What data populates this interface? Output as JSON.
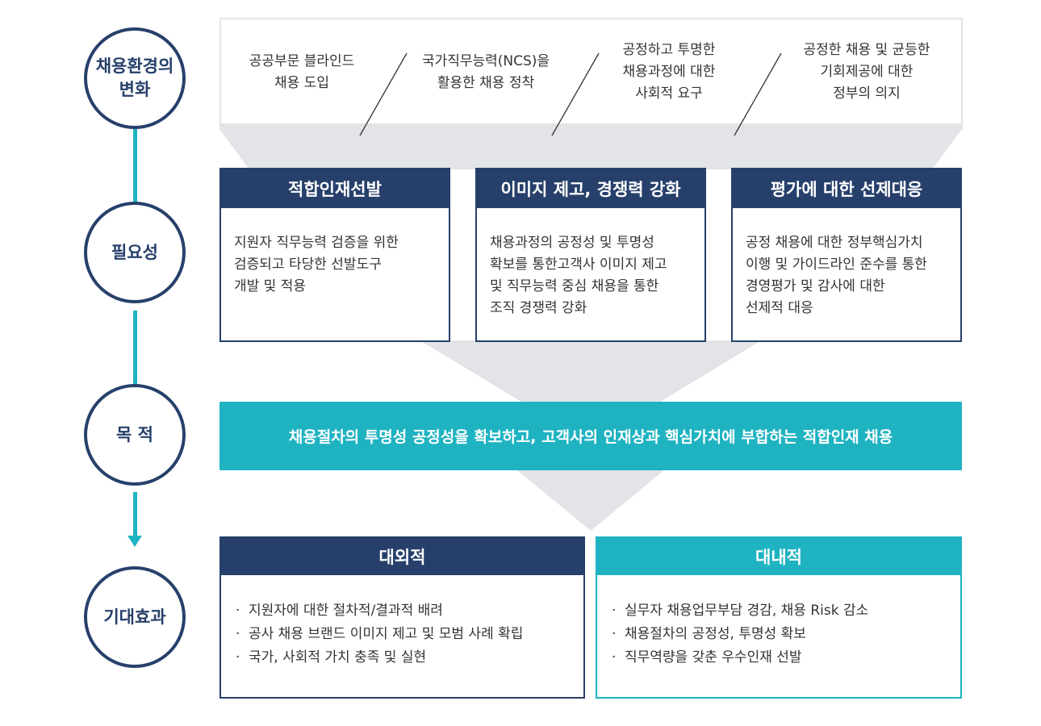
{
  "colors": {
    "navy": "#27406b",
    "teal": "#1fb3c2",
    "funnel_gray": "#e2e4e7"
  },
  "stages": [
    {
      "label": "채용환경의\n변화"
    },
    {
      "label": "필요성"
    },
    {
      "label": "목  적"
    },
    {
      "label": "기대효과"
    }
  ],
  "environment": [
    {
      "text": "공공부문 블라인드\n채용 도입"
    },
    {
      "text": "국가직무능력(NCS)을\n활용한 채용 정착"
    },
    {
      "text": "공정하고 투명한\n채용과정에 대한\n사회적 요구"
    },
    {
      "text": "공정한 채용 및 균등한\n기회제공에 대한\n정부의 의지"
    }
  ],
  "necessity": [
    {
      "title": "적합인재선발",
      "body": "지원자 직무능력 검증을 위한\n검증되고 타당한 선발도구\n개발 및 적용"
    },
    {
      "title": "이미지 제고, 경쟁력 강화",
      "body": "채용과정의 공정성 및 투명성\n확보를 통한고객사 이미지 제고\n및 직무능력 중심 채용을 통한\n조직 경쟁력 강화"
    },
    {
      "title": "평가에 대한 선제대응",
      "body": "공정 채용에 대한 정부핵심가치\n이행 및 가이드라인 준수를 통한\n경영평가 및 감사에 대한\n선제적 대응"
    }
  ],
  "purpose": {
    "text": "채용절차의 투명성 공정성을 확보하고, 고객사의 인재상과 핵심가치에 부합하는 적합인재 채용"
  },
  "effects": {
    "external": {
      "title": "대외적",
      "items": [
        "지원자에 대한 절차적/결과적 배려",
        "공사 채용 브랜드 이미지 제고 및 모범 사례 확립",
        "국가, 사회적 가치 충족 및 실현"
      ]
    },
    "internal": {
      "title": "대내적",
      "items": [
        "실무자 채용업무부담 경감, 채용 Risk 감소",
        "채용절차의 공정성, 투명성 확보",
        "직무역량을 갖춘 우수인재 선발"
      ]
    },
    "bullet": "·"
  }
}
